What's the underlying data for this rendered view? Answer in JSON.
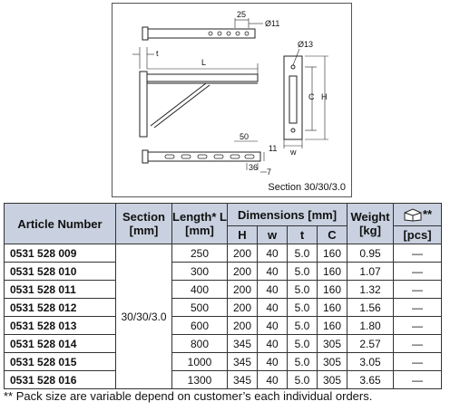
{
  "drawing": {
    "caption": "Section 30/30/3.0",
    "dims": {
      "d25": "25",
      "hole11": "Ø11",
      "t": "t",
      "L": "L",
      "hole13": "Ø13",
      "C": "C",
      "H": "H",
      "d50": "50",
      "d11": "11",
      "w": "w",
      "d36": "36",
      "d7": "7"
    }
  },
  "table": {
    "headers": {
      "article": "Article Number",
      "section": "Section [mm]",
      "length": "Length* L [mm]",
      "dimensions": "Dimensions [mm]",
      "weight": "Weight [kg]",
      "pack_stars": "**",
      "pack_unit": "[pcs]",
      "H": "H",
      "w": "w",
      "t": "t",
      "C": "C"
    },
    "section_value": "30/30/3.0",
    "rows": [
      {
        "article": "0531 528 009",
        "length": "250",
        "H": "200",
        "w": "40",
        "t": "5.0",
        "C": "160",
        "weight": "0.95",
        "pcs": "—"
      },
      {
        "article": "0531 528 010",
        "length": "300",
        "H": "200",
        "w": "40",
        "t": "5.0",
        "C": "160",
        "weight": "1.07",
        "pcs": "—"
      },
      {
        "article": "0531 528 011",
        "length": "400",
        "H": "200",
        "w": "40",
        "t": "5.0",
        "C": "160",
        "weight": "1.32",
        "pcs": "—"
      },
      {
        "article": "0531 528 012",
        "length": "500",
        "H": "200",
        "w": "40",
        "t": "5.0",
        "C": "160",
        "weight": "1.56",
        "pcs": "—"
      },
      {
        "article": "0531 528 013",
        "length": "600",
        "H": "200",
        "w": "40",
        "t": "5.0",
        "C": "160",
        "weight": "1.80",
        "pcs": "—"
      },
      {
        "article": "0531 528 014",
        "length": "800",
        "H": "345",
        "w": "40",
        "t": "5.0",
        "C": "305",
        "weight": "2.57",
        "pcs": "—"
      },
      {
        "article": "0531 528 015",
        "length": "1000",
        "H": "345",
        "w": "40",
        "t": "5.0",
        "C": "305",
        "weight": "3.05",
        "pcs": "—"
      },
      {
        "article": "0531 528 016",
        "length": "1300",
        "H": "345",
        "w": "40",
        "t": "5.0",
        "C": "305",
        "weight": "3.65",
        "pcs": "—"
      }
    ]
  },
  "footnote": "** Pack size are variable depend on customer’s each individual orders.",
  "colors": {
    "header_bg": "#c9d1e0",
    "line": "#333333"
  }
}
